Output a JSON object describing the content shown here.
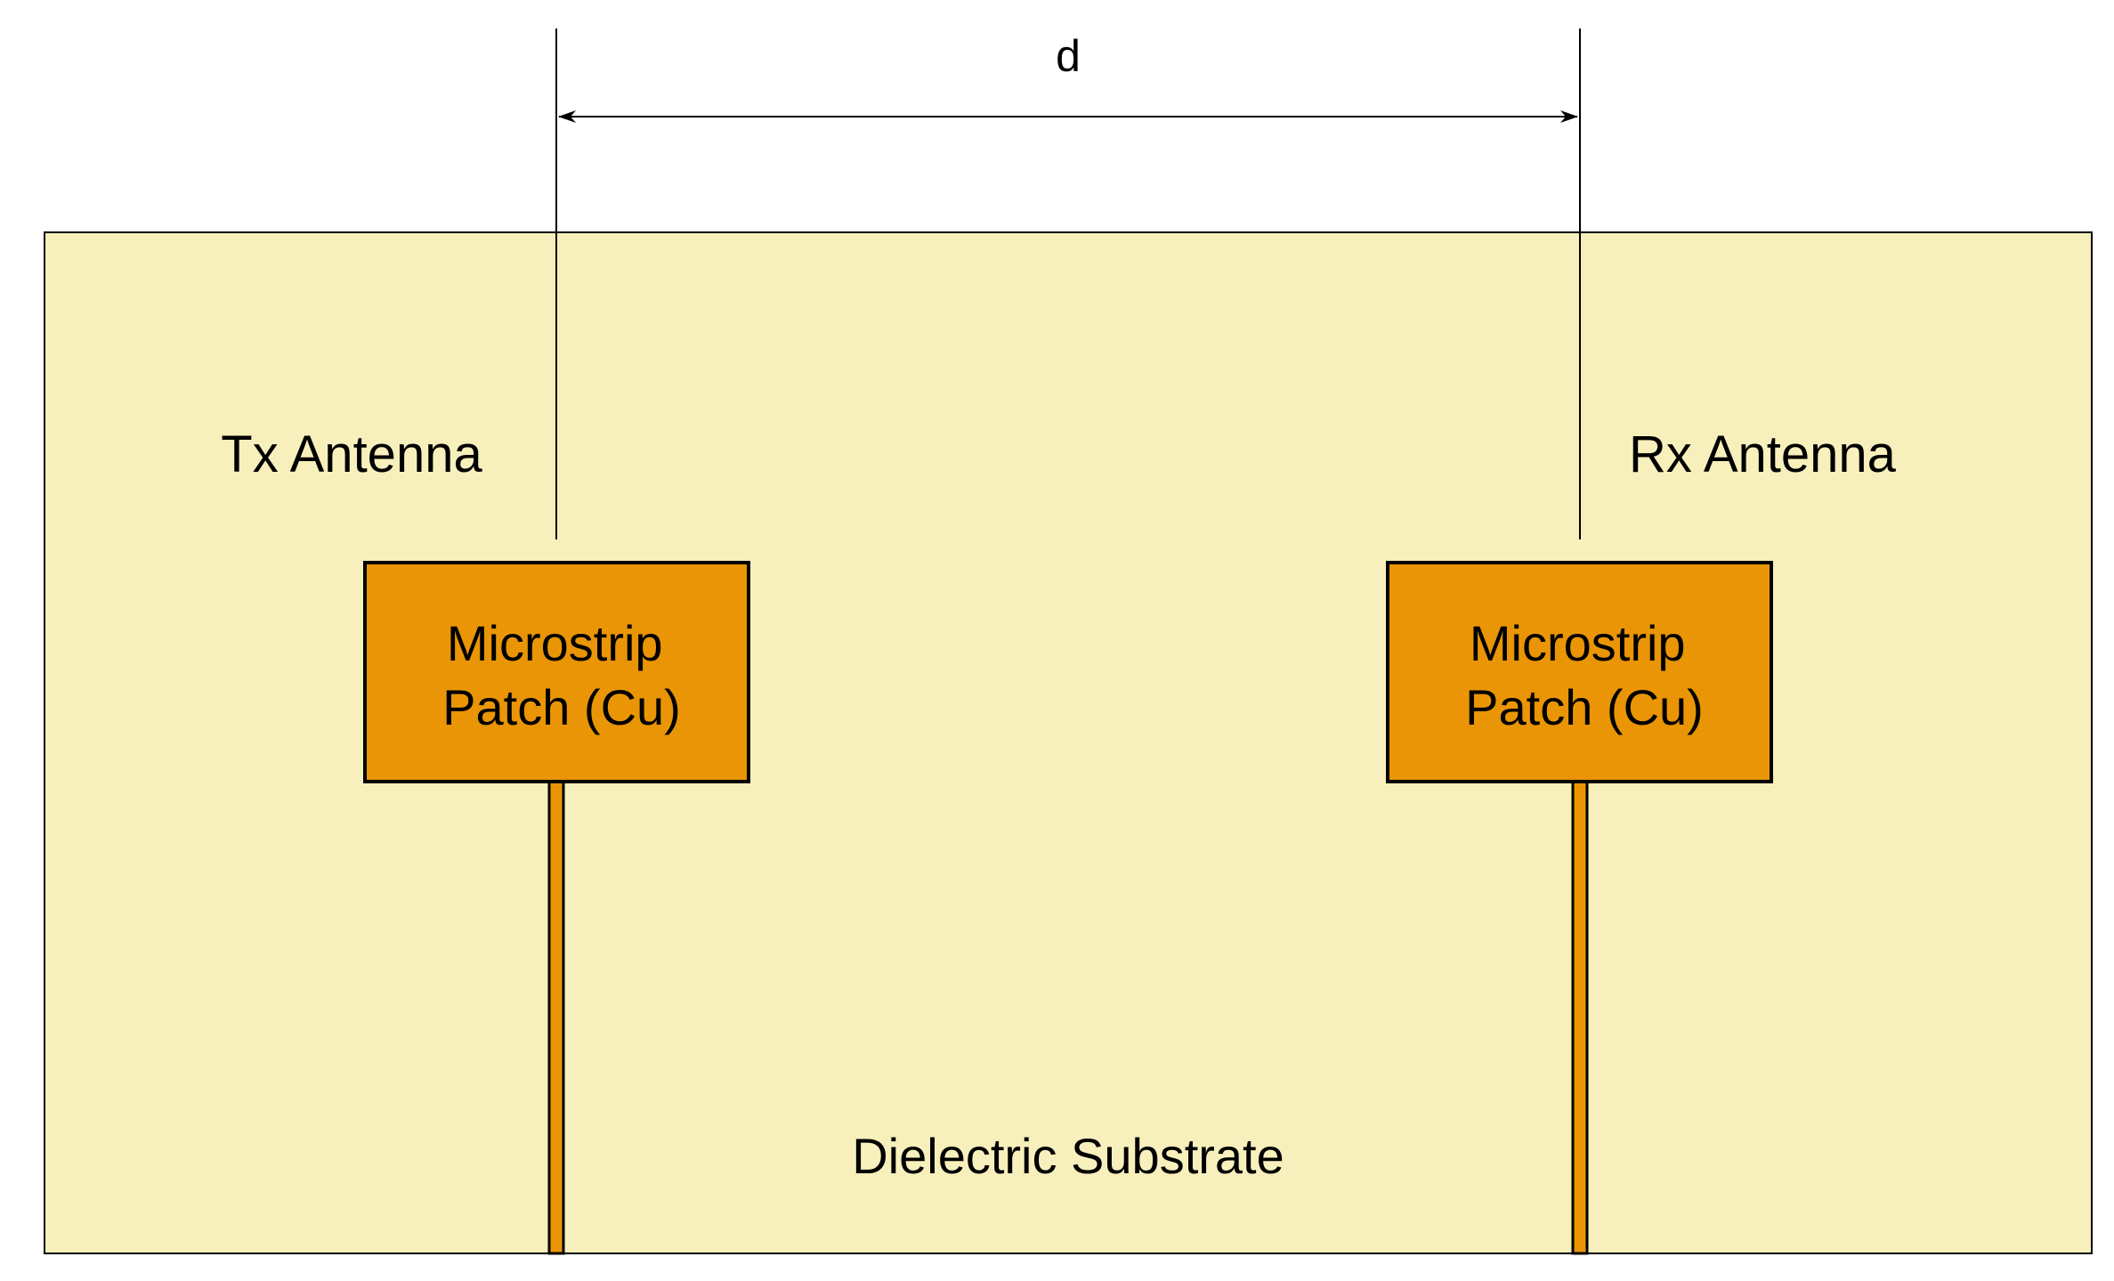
{
  "labels": {
    "distance": "d",
    "tx_antenna": "Tx Antenna",
    "rx_antenna": "Rx Antenna",
    "substrate": "Dielectric Substrate"
  },
  "tx_patch": {
    "line1": "Microstrip",
    "line2": "Patch (Cu)"
  },
  "rx_patch": {
    "line1": "Microstrip",
    "line2": "Patch (Cu)"
  },
  "colors": {
    "substrate": "#f8f0bc",
    "patch": "#ea9505",
    "outline": "#000000",
    "background": "#ffffff"
  }
}
